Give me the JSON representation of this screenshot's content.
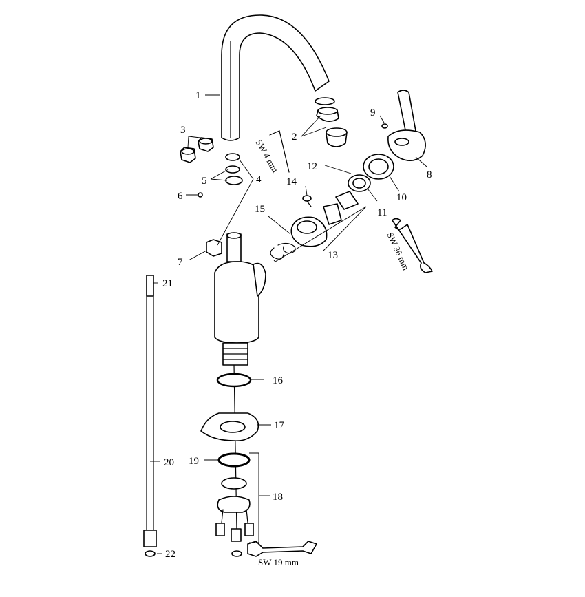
{
  "callouts": {
    "c1": "1",
    "c2": "2",
    "c3": "3",
    "c4": "4",
    "c5": "5",
    "c6": "6",
    "c7": "7",
    "c8": "8",
    "c9": "9",
    "c10": "10",
    "c11": "11",
    "c12": "12",
    "c13": "13",
    "c14": "14",
    "c15": "15",
    "c16": "16",
    "c17": "17",
    "c18": "18",
    "c19": "19",
    "c20": "20",
    "c21": "21",
    "c22": "22"
  },
  "tools": {
    "hex_key": "SW 4 mm",
    "wrench_36": "SW 36 mm",
    "wrench_19": "SW 19 mm"
  }
}
